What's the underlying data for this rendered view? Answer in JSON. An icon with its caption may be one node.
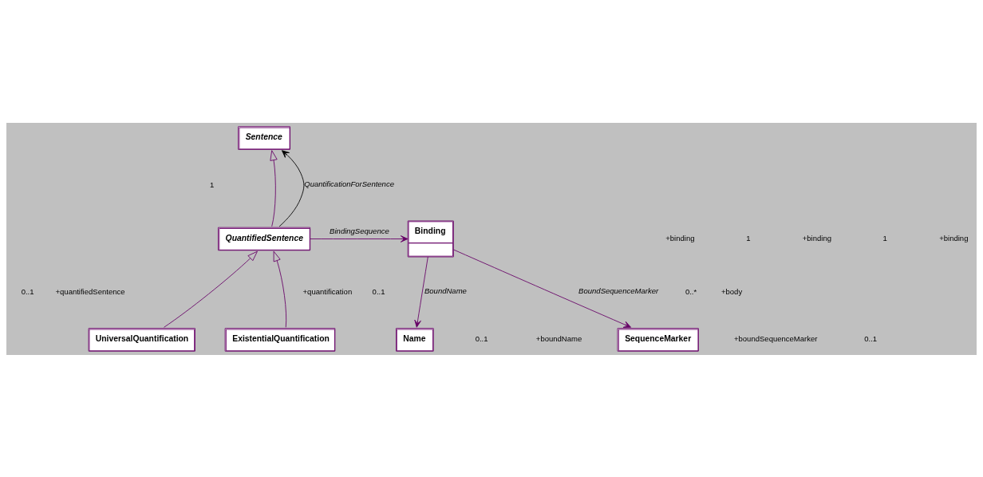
{
  "diagram": {
    "nodes": [
      {
        "text": [
          "Sentence"
        ]
      },
      {
        "text": [
          "QuantifiedSentence"
        ]
      },
      {
        "text": [
          "Binding"
        ]
      },
      {
        "text": [
          "UniversalQuantification"
        ]
      },
      {
        "text": [
          "ExistentialQuantification"
        ]
      },
      {
        "text": [
          "Name"
        ]
      },
      {
        "text": [
          "SequenceMarker"
        ]
      }
    ],
    "edges": [
      {
        "from": 1,
        "to": 0,
        "arrow": "to",
        "label": "QuantificationForSentence",
        "color": "#000000"
      },
      {
        "from": 1,
        "to": 0,
        "arrow": "to"
      },
      {
        "from": 1,
        "to": 2,
        "arrow": "to",
        "label": "BindingSequence"
      },
      {
        "from": 3,
        "to": 1,
        "arrow": "to"
      },
      {
        "from": 4,
        "to": 1,
        "arrow": "to"
      },
      {
        "from": 2,
        "to": 5,
        "arrow": "to",
        "label": "BoundName"
      },
      {
        "from": 2,
        "to": 6,
        "arrow": "to",
        "label": "BoundSequenceMarker"
      }
    ],
    "labels": [
      "1",
      "+body",
      "+quantification",
      "0..1",
      "0..1",
      "+quantifiedSentence",
      "0..*",
      "+binding",
      "1",
      "+binding",
      "1",
      "+binding",
      "+boundName",
      "0..1",
      "+boundSequenceMarker",
      "0..1"
    ]
  }
}
